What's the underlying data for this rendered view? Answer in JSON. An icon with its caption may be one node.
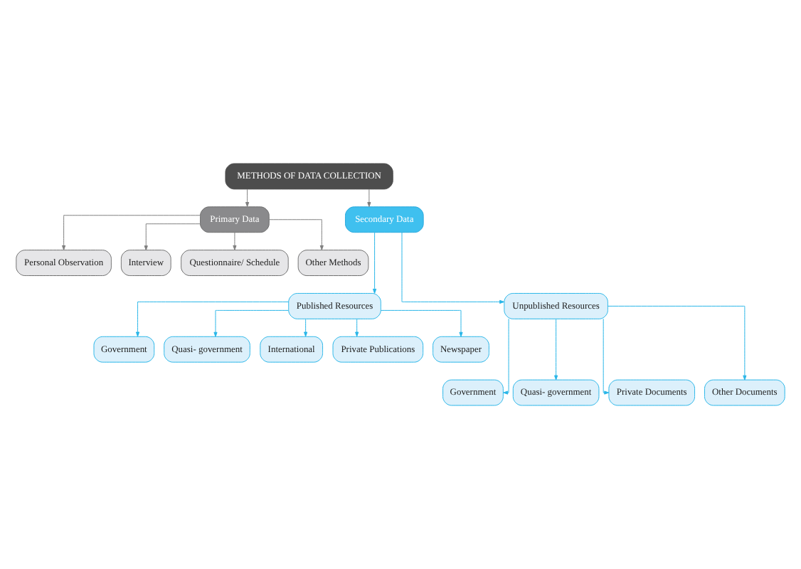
{
  "diagram": {
    "nodes": [
      {
        "text": [
          "METHODS OF DATA COLLECTION"
        ]
      },
      {
        "text": [
          "Primary Data"
        ]
      },
      {
        "text": [
          "Secondary Data"
        ]
      },
      {
        "text": [
          "Personal Observation"
        ]
      },
      {
        "text": [
          "Interview"
        ]
      },
      {
        "text": [
          "Questionnaire/ Schedule"
        ]
      },
      {
        "text": [
          "Other Methods"
        ]
      },
      {
        "text": [
          "Published Resources"
        ]
      },
      {
        "text": [
          "Unpublished Resources"
        ]
      },
      {
        "text": [
          "Government"
        ]
      },
      {
        "text": [
          "Quasi- government"
        ]
      },
      {
        "text": [
          "International"
        ]
      },
      {
        "text": [
          "Private Publications"
        ]
      },
      {
        "text": [
          "Newspaper"
        ]
      },
      {
        "text": [
          "Government"
        ]
      },
      {
        "text": [
          "Quasi- government"
        ]
      },
      {
        "text": [
          "Private Documents"
        ]
      },
      {
        "text": [
          "Other Documents"
        ]
      }
    ],
    "edges": [
      {
        "from": 0,
        "to": 1,
        "arrow": "to",
        "color": "#7f7f7f"
      },
      {
        "from": 0,
        "to": 2,
        "arrow": "to",
        "color": "#7f7f7f"
      },
      {
        "from": 1,
        "to": 3,
        "arrow": "to",
        "color": "#7f7f7f"
      },
      {
        "from": 1,
        "to": 4,
        "arrow": "to",
        "color": "#7f7f7f"
      },
      {
        "from": 1,
        "to": 5,
        "arrow": "to",
        "color": "#7f7f7f"
      },
      {
        "from": 1,
        "to": 6,
        "arrow": "to",
        "color": "#7f7f7f"
      },
      {
        "from": 2,
        "to": 7,
        "arrow": "to"
      },
      {
        "from": 2,
        "to": 8,
        "arrow": "to"
      },
      {
        "from": 7,
        "to": 9,
        "arrow": "to"
      },
      {
        "from": 7,
        "to": 10,
        "arrow": "to"
      },
      {
        "from": 7,
        "to": 11,
        "arrow": "to"
      },
      {
        "from": 7,
        "to": 12,
        "arrow": "to"
      },
      {
        "from": 7,
        "to": 13,
        "arrow": "to"
      },
      {
        "from": 8,
        "to": 14,
        "arrow": "to"
      },
      {
        "from": 8,
        "to": 15,
        "arrow": "to"
      },
      {
        "from": 8,
        "to": 16,
        "arrow": "to"
      },
      {
        "from": 8,
        "to": 17,
        "arrow": "to"
      }
    ]
  }
}
